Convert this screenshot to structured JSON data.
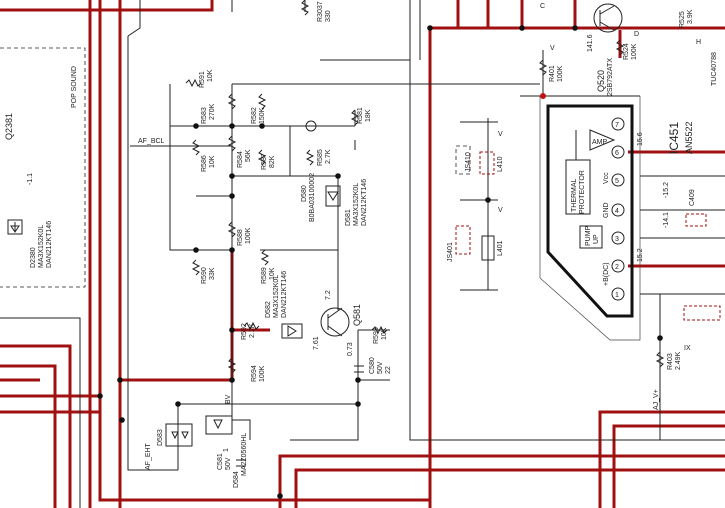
{
  "labels": {
    "q2381": "Q2381",
    "pop_sound": "POP SOUND",
    "d2380": "D2380",
    "d2380_part": "MA3X152K0L",
    "d2380_alt": "DAN212KT146",
    "v_m11": "-1.1",
    "r591": "R591",
    "r591_v": "10K",
    "r583": "R583",
    "r583_v": "270K",
    "r582": "R582",
    "r582_v": "150K",
    "r584": "R584",
    "r584_v": "56K",
    "r587": "R587",
    "r587_v": "82K",
    "r586": "R586",
    "r586_v": "10K",
    "af_bcl": "AF_BCL",
    "r588": "R588",
    "r588_v": "100K",
    "r590": "R590",
    "r590_v": "33K",
    "r589": "R589",
    "r589_v": "10K",
    "d580": "D580",
    "d580_part": "B0BA03100002",
    "r581": "R581",
    "r581_v": "18K",
    "r585": "R585",
    "r585_v": "2.7K",
    "d581": "D581",
    "d581_part": "MA3X152K0L",
    "d581_alt": "DAN212KT146",
    "d582": "D582",
    "d582_part": "MA3X152K0L",
    "d582_alt": "DAN212KT146",
    "r592": "R592",
    "r592_v": "2.2K",
    "q581": "Q581",
    "v72": "7.2",
    "v761": "7.61",
    "v073": "0.73",
    "r593": "R593",
    "r593_v": "10K",
    "r594": "R594",
    "r594_v": "100K",
    "c580": "C580",
    "c580_v1": "50V",
    "c580_v2": "22",
    "bv": "BV",
    "d583": "D583",
    "d584": "D584",
    "d584_part": "MA2Z0560HL",
    "c581": "C581",
    "c581_v1": "50V",
    "c581_v2": "1",
    "af_eht": "AF_EHT",
    "r3037": "R3037",
    "r3037_v": "330",
    "js410": "JS410",
    "l410": "L410",
    "js401": "JS401",
    "l401": "L401",
    "r401": "R401",
    "r401_v": "100K",
    "v": "V",
    "q520": "Q520",
    "q520_part": "2SB792ATX",
    "v1416": "141.6",
    "r524": "R524",
    "r524_v": "100K",
    "r525": "R525",
    "r525_v": "3.9K",
    "h": "H",
    "c": "C",
    "tuc": "TUC40788",
    "ic451": "IC451",
    "an5522": "AN5522",
    "amp": "AMP",
    "vcc": "Vcc",
    "thermal": "THERMAL",
    "protector": "PROTECTOR",
    "gnd": "GND",
    "pump": "PUMP",
    "up": "UP",
    "bdc": "+B(DC)",
    "v156": "15.6",
    "vm152": "-15.2",
    "vm141": "-14.1",
    "v152": "15.2",
    "c409": "C409",
    "r403": "R403",
    "r403_v": "2.49K",
    "aj_v": "AJ_V+",
    "ix": "IX",
    "pins": [
      "7",
      "6",
      "5",
      "4",
      "3",
      "2",
      "1"
    ],
    "d": "D"
  }
}
